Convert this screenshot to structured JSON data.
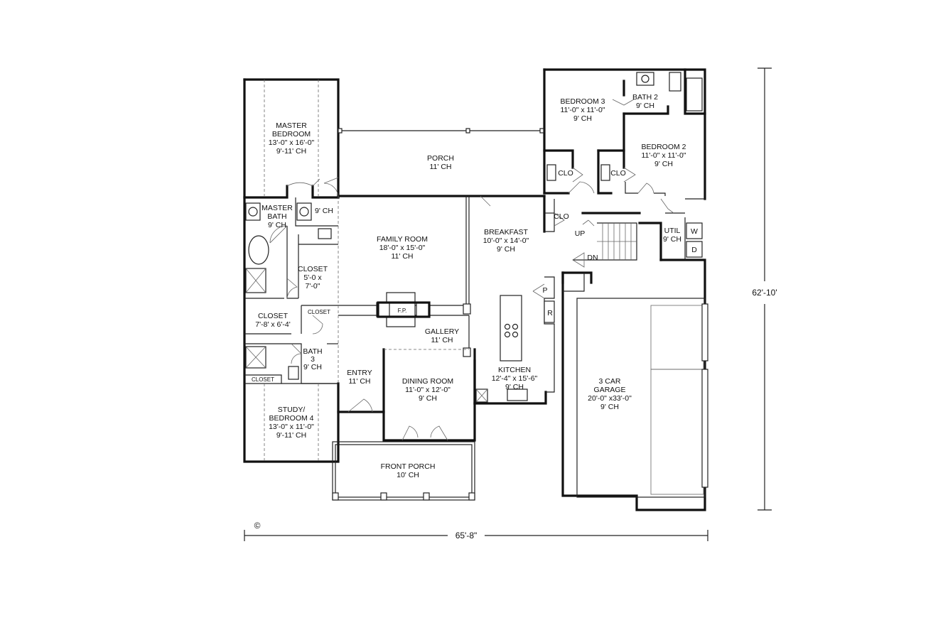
{
  "rooms": {
    "master_bedroom": [
      "MASTER",
      "BEDROOM",
      "13'-0\" x 16'-0\"",
      "9'-11' CH"
    ],
    "master_bath": [
      "MASTER",
      "BATH",
      "9' CH"
    ],
    "master_closet_ceiling": "9' CH",
    "closet_a": [
      "CLOSET",
      "5'-0 x",
      "7'-0\""
    ],
    "closet_b": [
      "CLOSET",
      "7'-8' x 6'-4'"
    ],
    "closet_small_1": "CLOSET",
    "closet_small_2": "CLOSET",
    "bath_3": [
      "BATH",
      "3",
      "9' CH"
    ],
    "study": [
      "STUDY/",
      "BEDROOM 4",
      "13'-0\" x 11'-0\"",
      "9'-11' CH"
    ],
    "porch": [
      "PORCH",
      "11' CH"
    ],
    "family_room": [
      "FAMILY ROOM",
      "18'-0\" x 15'-0\"",
      "11' CH"
    ],
    "fireplace": "F.P.",
    "gallery": [
      "GALLERY",
      "11' CH"
    ],
    "entry": [
      "ENTRY",
      "11' CH"
    ],
    "dining_room": [
      "DINING ROOM",
      "11'-0\" x 12'-0\"",
      "9' CH"
    ],
    "front_porch": [
      "FRONT PORCH",
      "10' CH"
    ],
    "breakfast": [
      "BREAKFAST",
      "10'-0\" x 14'-0\"",
      "9' CH"
    ],
    "kitchen": [
      "KITCHEN",
      "12'-4\" x 15'-6\"",
      "9' CH"
    ],
    "pantry": "P",
    "refrigerator": "R",
    "bedroom_3": [
      "BEDROOM 3",
      "11'-0\" x 11'-0\"",
      "9' CH"
    ],
    "bath_2": [
      "BATH 2",
      "9' CH"
    ],
    "bedroom_2": [
      "BEDROOM 2",
      "11'-0\" x 11'-0\"",
      "9' CH"
    ],
    "clo_1": "CLO",
    "clo_2": "CLO",
    "clo_3": "CLO",
    "stairs_up": "UP",
    "stairs_down": "DN",
    "util": [
      "UTIL",
      "9' CH"
    ],
    "washer": "W",
    "dryer": "D",
    "garage": [
      "3 CAR",
      "GARAGE",
      "20'-0\" x33'-0\"",
      "9' CH"
    ]
  },
  "dimensions": {
    "width": "65'-8\"",
    "depth": "62'-10'"
  },
  "copyright": "©"
}
